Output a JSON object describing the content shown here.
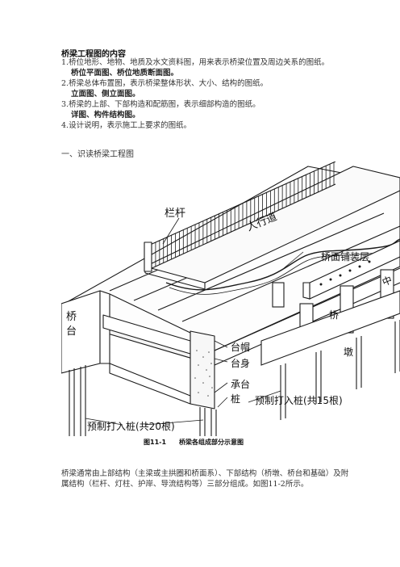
{
  "title": "桥梁工程图的内容",
  "items": [
    {
      "text": "1.桥位地形、地物、地质及水文资料图，用来表示桥梁位置及周边关系的图纸。",
      "sub": "桥位平面图、桥位地质断面图。"
    },
    {
      "text": "2.桥梁总体布置图，表示桥梁整体形状、大小、结构的图纸。",
      "sub": "立面图、侧立面图。"
    },
    {
      "text": "3.桥梁的上部、下部构造和配筋图，表示细部构造的图纸。",
      "sub": "详图、构件结构图。"
    },
    {
      "text": "4.设计说明，表示施工上要求的图纸。",
      "sub": ""
    }
  ],
  "section_heading": "一、识读桥梁工程图",
  "figure": {
    "labels": {
      "railing": "栏杆",
      "sidewalk": "人行道",
      "deck_pavement": "桥面铺装层",
      "middle": "中",
      "bridge": "桥",
      "abutment_1": "桥",
      "abutment_2": "台",
      "pier": "墩",
      "cap": "台帽",
      "body": "台身",
      "footing": "承台",
      "pile": "桩",
      "piles_15": "预制打入桩(共15根)",
      "piles_20": "预制打入桩(共20根)"
    }
  },
  "caption": {
    "number": "图11-1",
    "text": "桥梁各组成部分示意图"
  },
  "paragraph": "桥梁通常由上部结构（主梁或主拱圈和桥面系）、下部结构（桥墩、桥台和基础）及附属结构（栏杆、灯柱、护岸、导流结构等）三部分组成。如图11-2所示。"
}
